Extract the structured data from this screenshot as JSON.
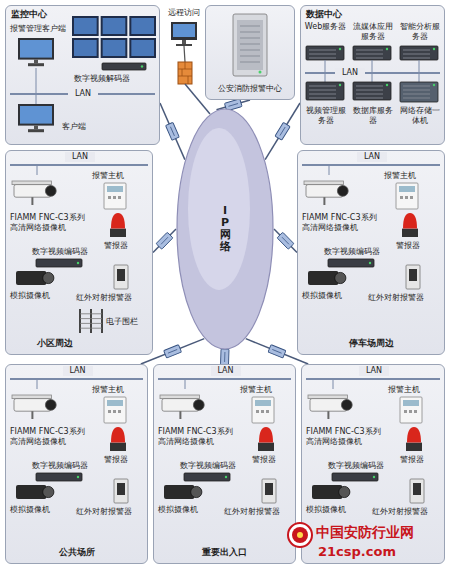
{
  "diagram": {
    "nodes": [
      {
        "text": [
          "监控中心",
          "报警管理客户端",
          "数字视频解码器",
          "LAN",
          "客户端"
        ]
      },
      {
        "text": [
          "公安消防报警中心"
        ]
      },
      {
        "text": [
          "数据中心",
          "Web服务器",
          "流媒体应用服务器",
          "智能分析服务器",
          "LAN",
          "视频管理服务器",
          "数据库服务器",
          "网络存储一体机"
        ]
      },
      {
        "text": [
          "IP网络"
        ]
      },
      {
        "text": [
          "LAN",
          "报警主机",
          "FIAMM FNC-C3系列 高清网络摄像机",
          "数字视频编码器",
          "警报器",
          "模拟摄像机",
          "红外对射报警器",
          "电子围栏",
          "小区周边"
        ]
      },
      {
        "text": [
          "LAN",
          "报警主机",
          "FIAMM FNC-C3系列 高清网络摄像机",
          "数字视频编码器",
          "警报器",
          "模拟摄像机",
          "红外对射报警器",
          "停车场周边"
        ]
      },
      {
        "text": [
          "LAN",
          "报警主机",
          "FIAMM FNC-C3系列 高清网络摄像机",
          "数字视频编码器",
          "警报器",
          "模拟摄像机",
          "红外对射报警器",
          "公共场所"
        ]
      },
      {
        "text": [
          "LAN",
          "报警主机",
          "FIAMM FNC-C3系列 高清网络摄像机",
          "数字视频编码器",
          "警报器",
          "模拟摄像机",
          "红外对射报警器",
          "重要出入口"
        ]
      },
      {
        "text": [
          "LAN",
          "报警主机",
          "FIAMM FNC-C3系列 高清网络摄像机",
          "数字视频编码器",
          "警报器",
          "模拟摄像机",
          "红外对射报警器"
        ]
      }
    ],
    "edges": [
      {
        "from": 0,
        "to": 3,
        "arrow": "none"
      },
      {
        "from": 1,
        "to": 3,
        "arrow": "none"
      },
      {
        "from": 2,
        "to": 3,
        "arrow": "none"
      },
      {
        "from": 4,
        "to": 3,
        "arrow": "none"
      },
      {
        "from": 5,
        "to": 3,
        "arrow": "none"
      },
      {
        "from": 6,
        "to": 3,
        "arrow": "none"
      },
      {
        "from": 7,
        "to": 3,
        "arrow": "none"
      },
      {
        "from": 8,
        "to": 3,
        "arrow": "none"
      }
    ],
    "labels": [
      "远程访问",
      "中国安防行业网",
      "21csp.com"
    ]
  }
}
